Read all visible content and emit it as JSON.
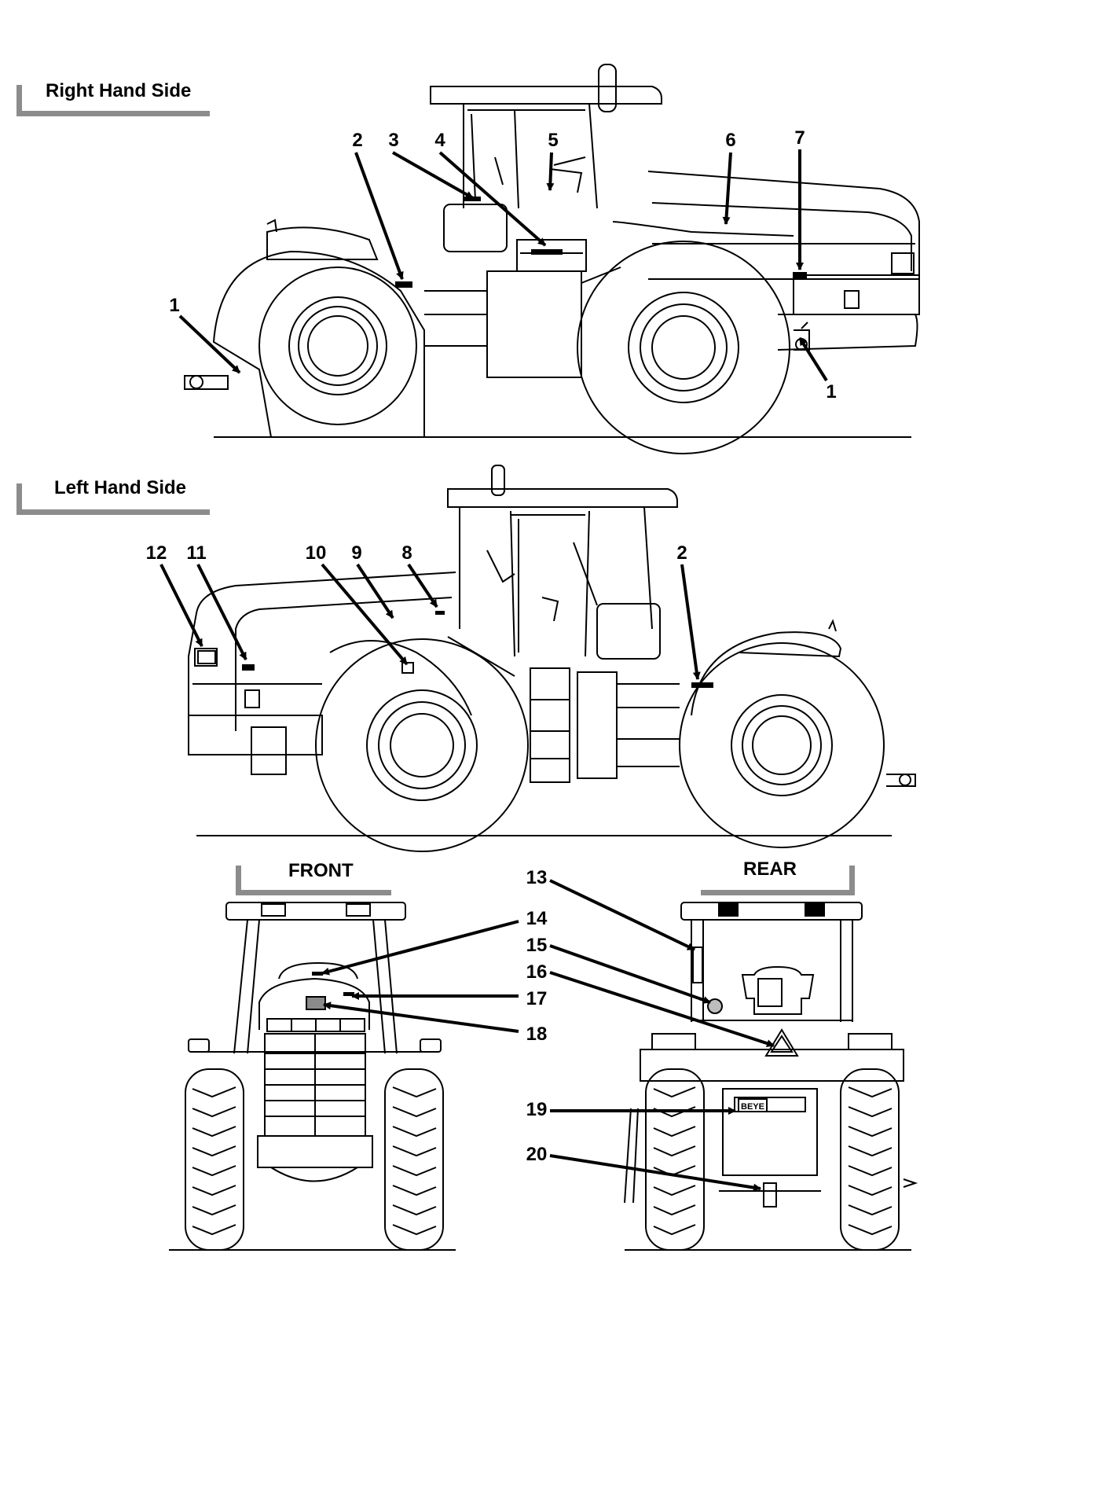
{
  "sections": {
    "right_hand_side": "Right Hand Side",
    "left_hand_side": "Left Hand Side",
    "front": "FRONT",
    "rear": "REAR"
  },
  "callouts": {
    "rhs": [
      "1",
      "2",
      "3",
      "4",
      "5",
      "6",
      "7",
      "1"
    ],
    "lhs": [
      "12",
      "11",
      "10",
      "9",
      "8",
      "2"
    ],
    "front": [
      "14",
      "17",
      "18"
    ],
    "rear": [
      "13",
      "15",
      "16",
      "19",
      "20"
    ]
  },
  "plate_text": "BEYE"
}
